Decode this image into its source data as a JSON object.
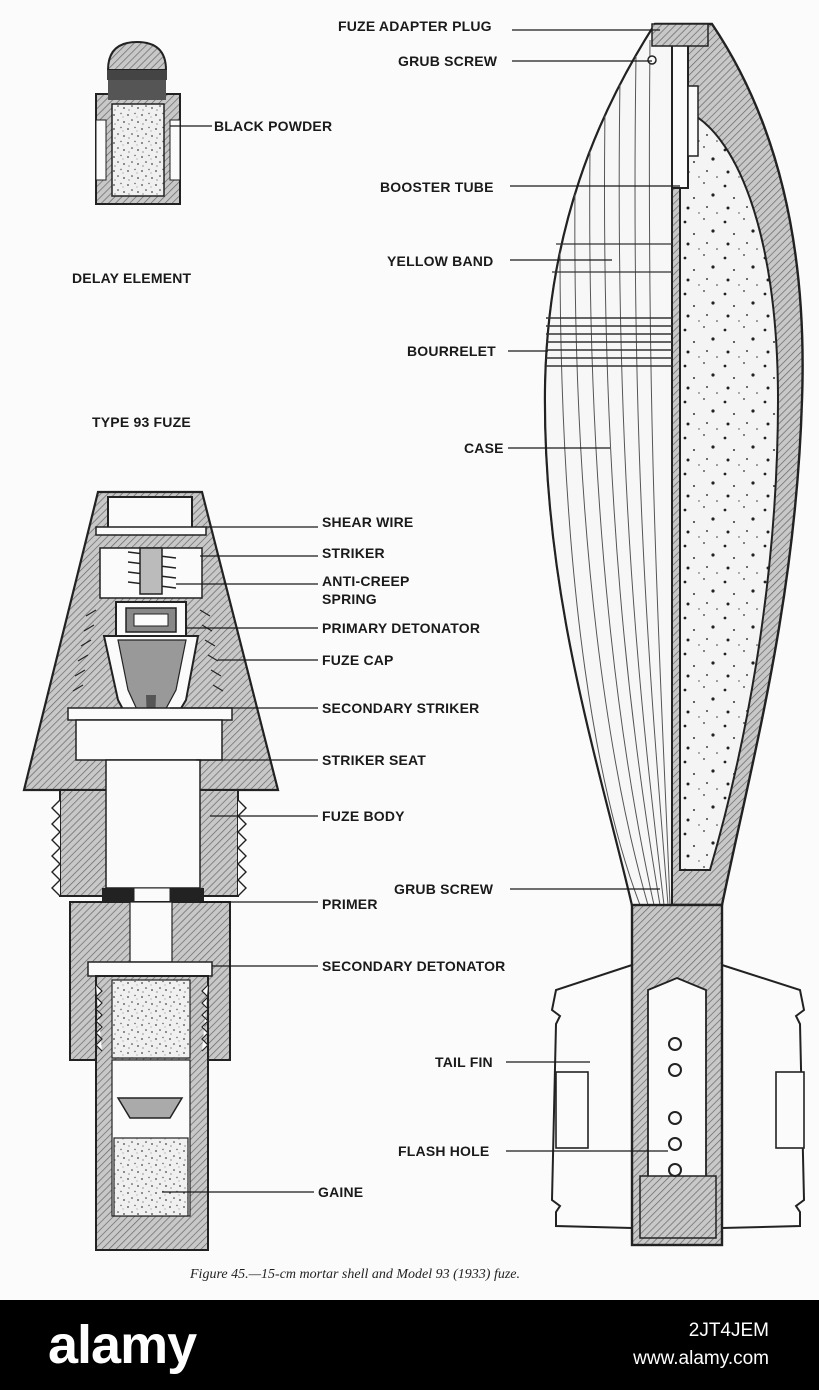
{
  "labels": {
    "fuze_adapter_plug": "FUZE ADAPTER PLUG",
    "grub_screw_top": "GRUB SCREW",
    "black_powder": "BLACK POWDER",
    "booster_tube": "BOOSTER TUBE",
    "delay_element": "DELAY ELEMENT",
    "yellow_band": "YELLOW BAND",
    "bourrelet": "BOURRELET",
    "type93_fuze": "TYPE 93 FUZE",
    "case": "CASE",
    "shear_wire": "SHEAR WIRE",
    "striker": "STRIKER",
    "anti_creep_spring": "ANTI-CREEP",
    "anti_creep_spring_2": "SPRING",
    "primary_detonator": "PRIMARY DETONATOR",
    "fuze_cap": "FUZE CAP",
    "secondary_striker": "SECONDARY STRIKER",
    "striker_seat": "STRIKER SEAT",
    "fuze_body": "FUZE BODY",
    "grub_screw_bottom": "GRUB SCREW",
    "primer": "PRIMER",
    "secondary_detonator": "SECONDARY DETONATOR",
    "tail_fin": "TAIL FIN",
    "flash_hole": "FLASH HOLE",
    "gaine": "GAINE"
  },
  "caption": "Figure 45.—15-cm mortar shell and Model 93 (1933) fuze.",
  "watermark": {
    "logo": "alamy",
    "image_id": "2JT4JEM",
    "site": "www.alamy.com"
  },
  "colors": {
    "ink": "#1a1a1a",
    "hatch": "#7a7a7a",
    "footer_bg": "#000000"
  }
}
